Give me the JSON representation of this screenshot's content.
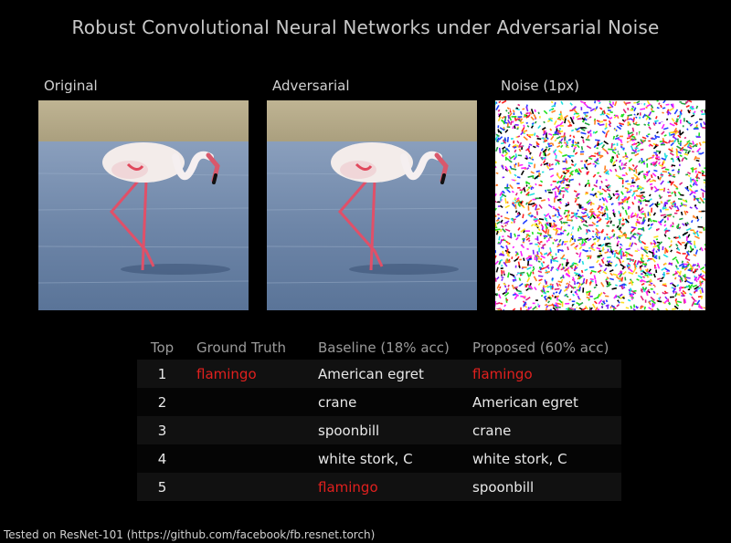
{
  "title": "Robust Convolutional Neural Networks under Adversarial Noise",
  "panels": {
    "original": "Original",
    "adversarial": "Adversarial",
    "noise": "Noise (1px)"
  },
  "table": {
    "headers": [
      "Top",
      "Ground Truth",
      "Baseline (18% acc)",
      "Proposed (60% acc)"
    ],
    "rows": [
      {
        "top": "1",
        "ground_truth": "flamingo",
        "baseline": "American egret",
        "proposed": "flamingo"
      },
      {
        "top": "2",
        "ground_truth": "",
        "baseline": "crane",
        "proposed": "American egret"
      },
      {
        "top": "3",
        "ground_truth": "",
        "baseline": "spoonbill",
        "proposed": "crane"
      },
      {
        "top": "4",
        "ground_truth": "",
        "baseline": "white stork, C",
        "proposed": "white stork, C"
      },
      {
        "top": "5",
        "ground_truth": "",
        "baseline": "flamingo",
        "proposed": "spoonbill"
      }
    ],
    "highlight_color": "#e0201e"
  },
  "footer": "Tested on ResNet-101 (https://github.com/facebook/fb.resnet.torch)"
}
